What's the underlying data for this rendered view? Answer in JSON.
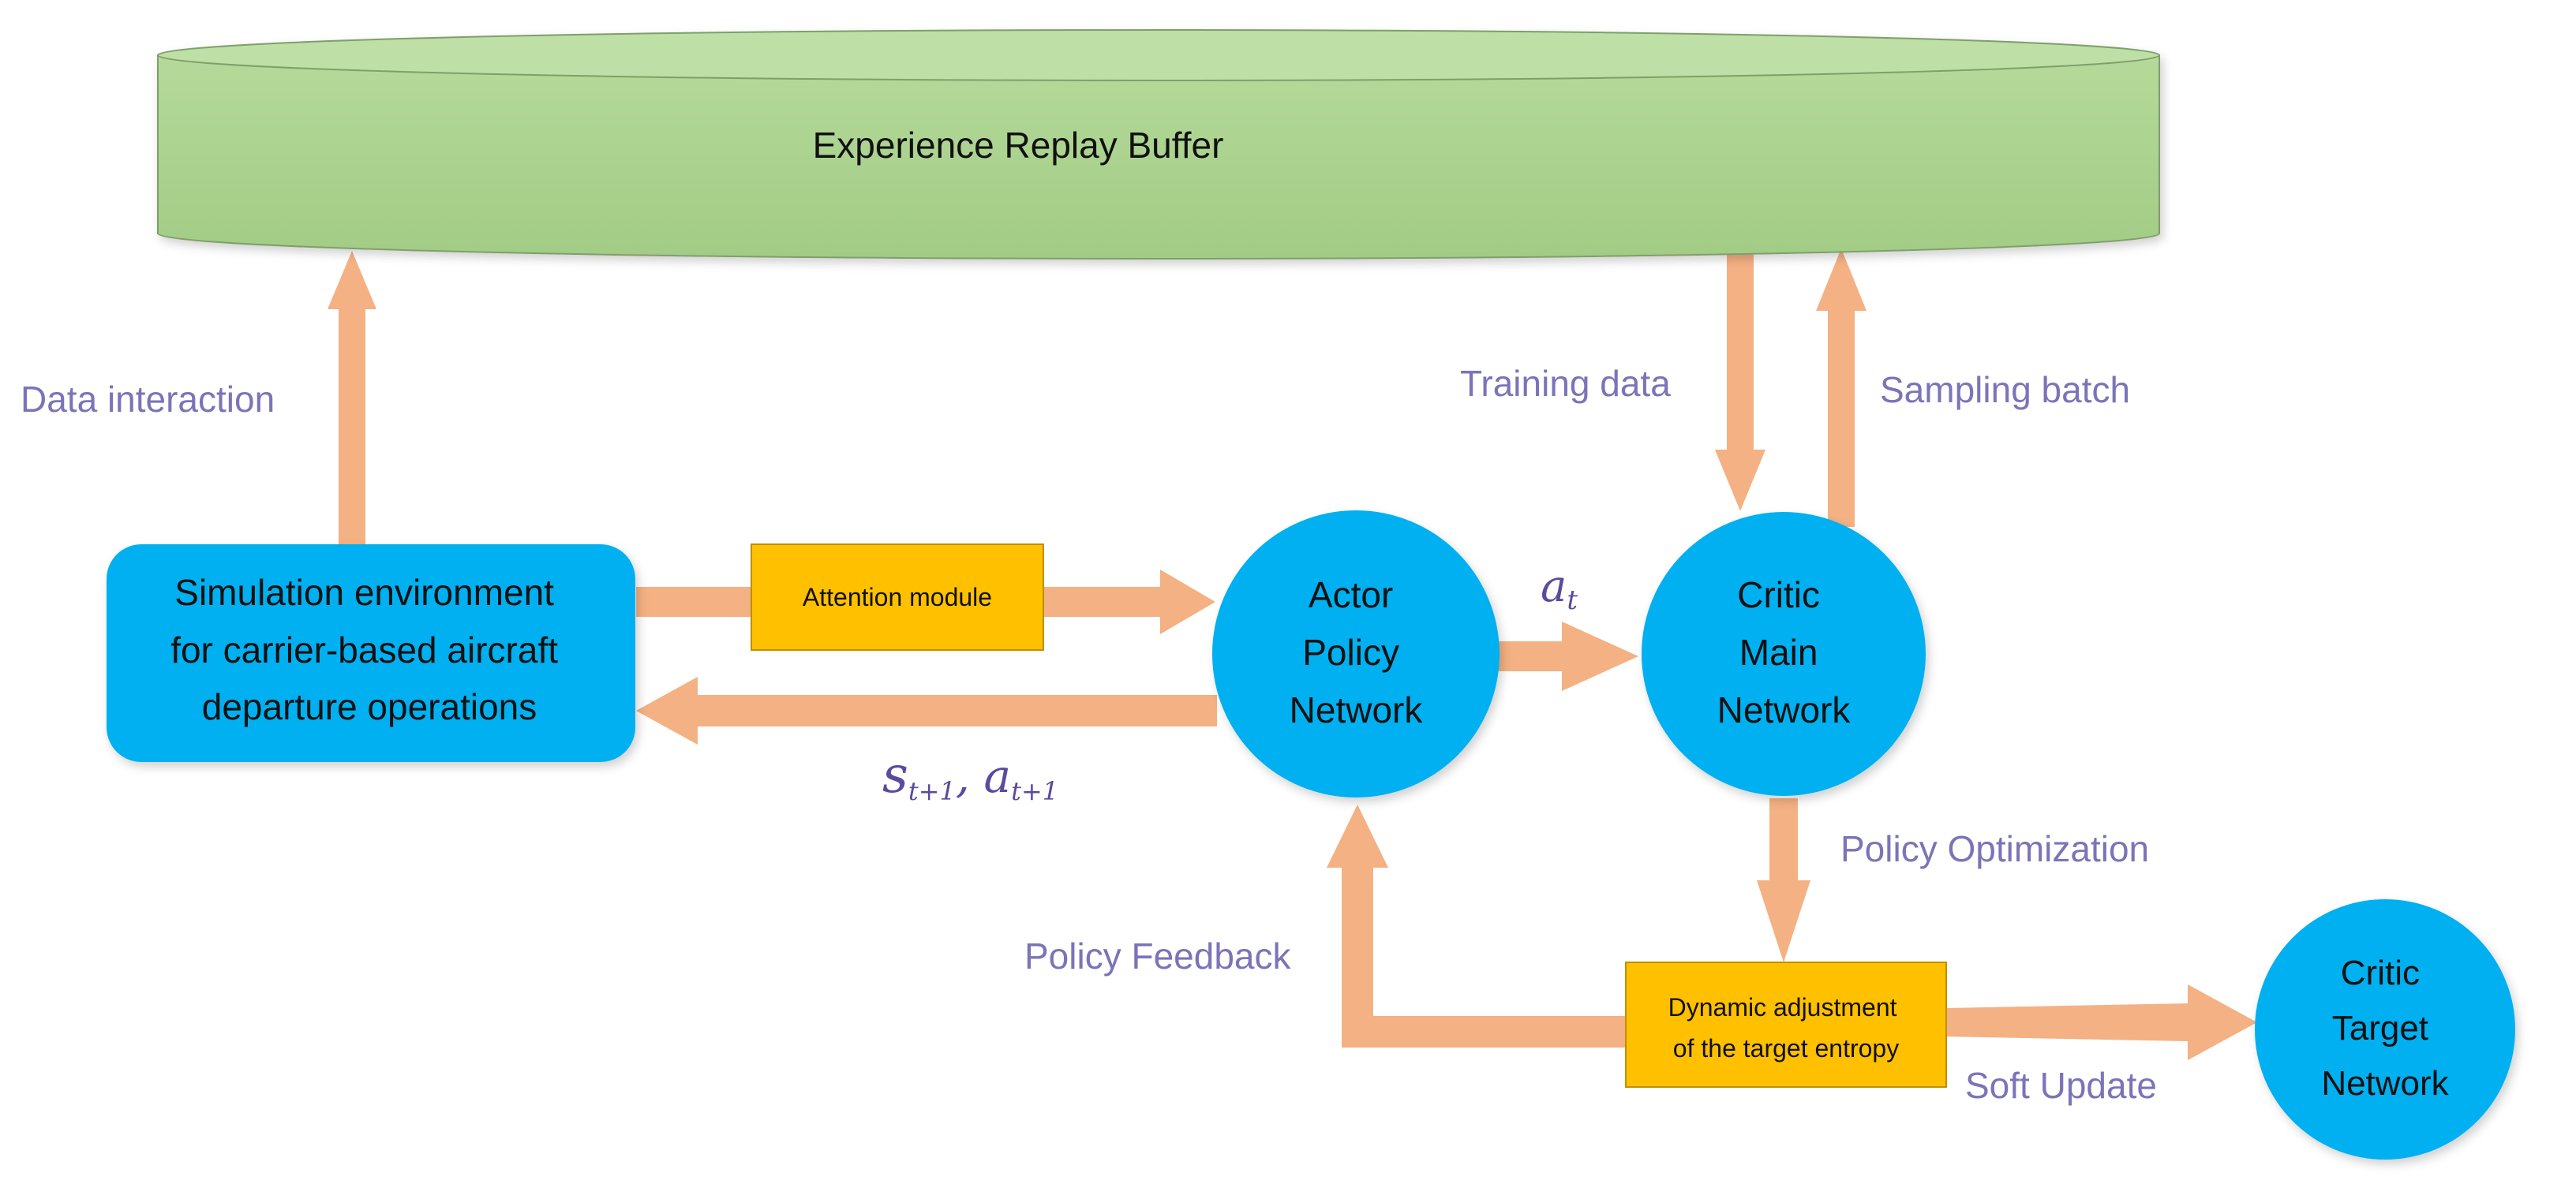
{
  "buffer": {
    "label": "Experience Replay Buffer"
  },
  "simulation": {
    "lines": [
      "Simulation environment",
      "for carrier-based aircraft",
      "departure operations"
    ]
  },
  "attention": {
    "label": "Attention module"
  },
  "actor": {
    "lines": [
      "Actor",
      "Policy",
      "Network"
    ]
  },
  "critic_main": {
    "lines": [
      "Critic",
      "Main",
      "Network"
    ]
  },
  "critic_target": {
    "lines": [
      "Critic",
      "Target",
      "Network"
    ]
  },
  "entropy": {
    "lines": [
      "Dynamic adjustment",
      "of the target entropy"
    ]
  },
  "edges": {
    "data_interaction": "Data interaction",
    "training_data": "Training data",
    "sampling_batch": "Sampling batch",
    "policy_optimization": "Policy Optimization",
    "policy_feedback": "Policy Feedback",
    "soft_update": "Soft Update",
    "action": {
      "symbol": "a",
      "sub": "t"
    },
    "next_state_action": {
      "s": "s",
      "s_sub": "t+1",
      "sep": ", ",
      "a": "a",
      "a_sub": "t+1"
    }
  },
  "colors": {
    "arrow": "#F4B183",
    "node": "#00B0F0",
    "buffer": "#A9D18E",
    "module": "#FFC000",
    "label": "#7B74B8"
  }
}
